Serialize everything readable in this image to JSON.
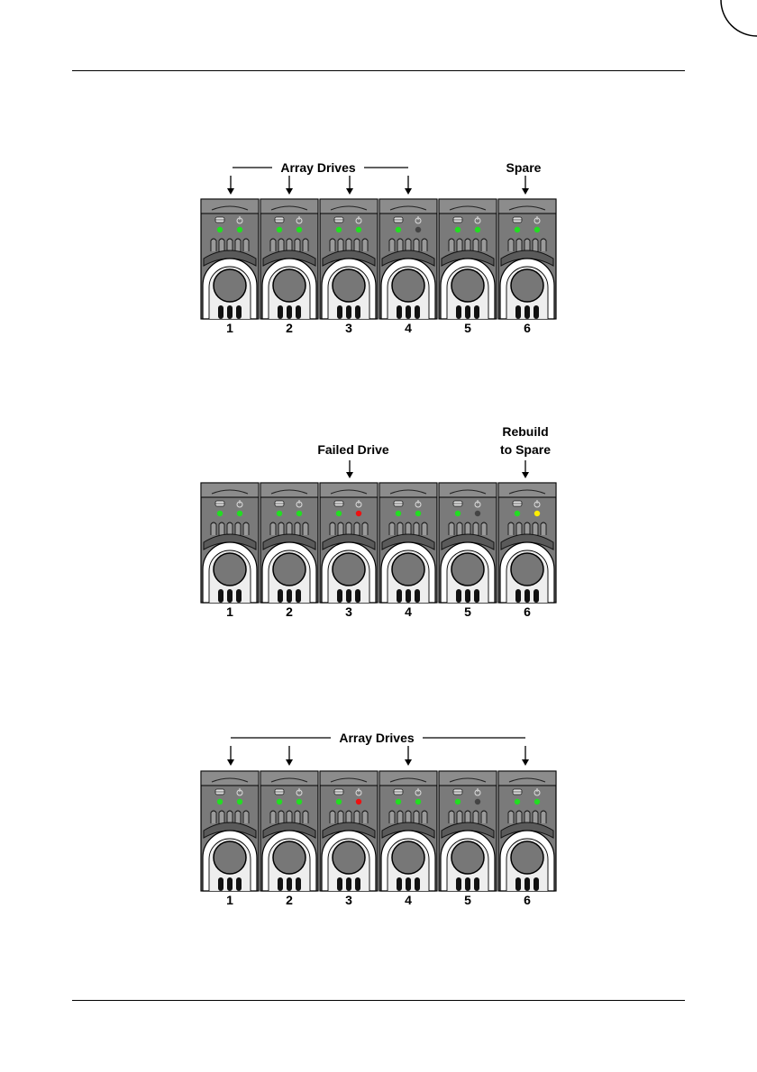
{
  "figures": [
    {
      "labels": [
        {
          "id": "array",
          "lines": [
            "Array Drives"
          ]
        },
        {
          "id": "spare",
          "lines": [
            "Spare"
          ]
        }
      ],
      "bays": [
        "1",
        "2",
        "3",
        "4",
        "5",
        "6"
      ],
      "leds": [
        "green",
        "green",
        "green",
        "green",
        "green",
        "green",
        "green",
        "off",
        "green",
        "green",
        "green",
        "green"
      ]
    },
    {
      "labels": [
        {
          "id": "failed",
          "lines": [
            "Failed Drive"
          ]
        },
        {
          "id": "rebuild",
          "lines": [
            "Rebuild",
            "to Spare"
          ]
        }
      ],
      "bays": [
        "1",
        "2",
        "3",
        "4",
        "5",
        "6"
      ],
      "leds": [
        "green",
        "green",
        "green",
        "green",
        "green",
        "red",
        "green",
        "green",
        "green",
        "off",
        "green",
        "yellow"
      ]
    },
    {
      "labels": [
        {
          "id": "array",
          "lines": [
            "Array Drives"
          ]
        }
      ],
      "bays": [
        "1",
        "2",
        "3",
        "4",
        "5",
        "6"
      ],
      "leds": [
        "green",
        "green",
        "green",
        "green",
        "green",
        "red",
        "green",
        "green",
        "green",
        "off",
        "green",
        "green"
      ]
    }
  ],
  "colors": {
    "green": "#22dd22",
    "red": "#ee1111",
    "yellow": "#ffee00",
    "off": "#444444"
  }
}
